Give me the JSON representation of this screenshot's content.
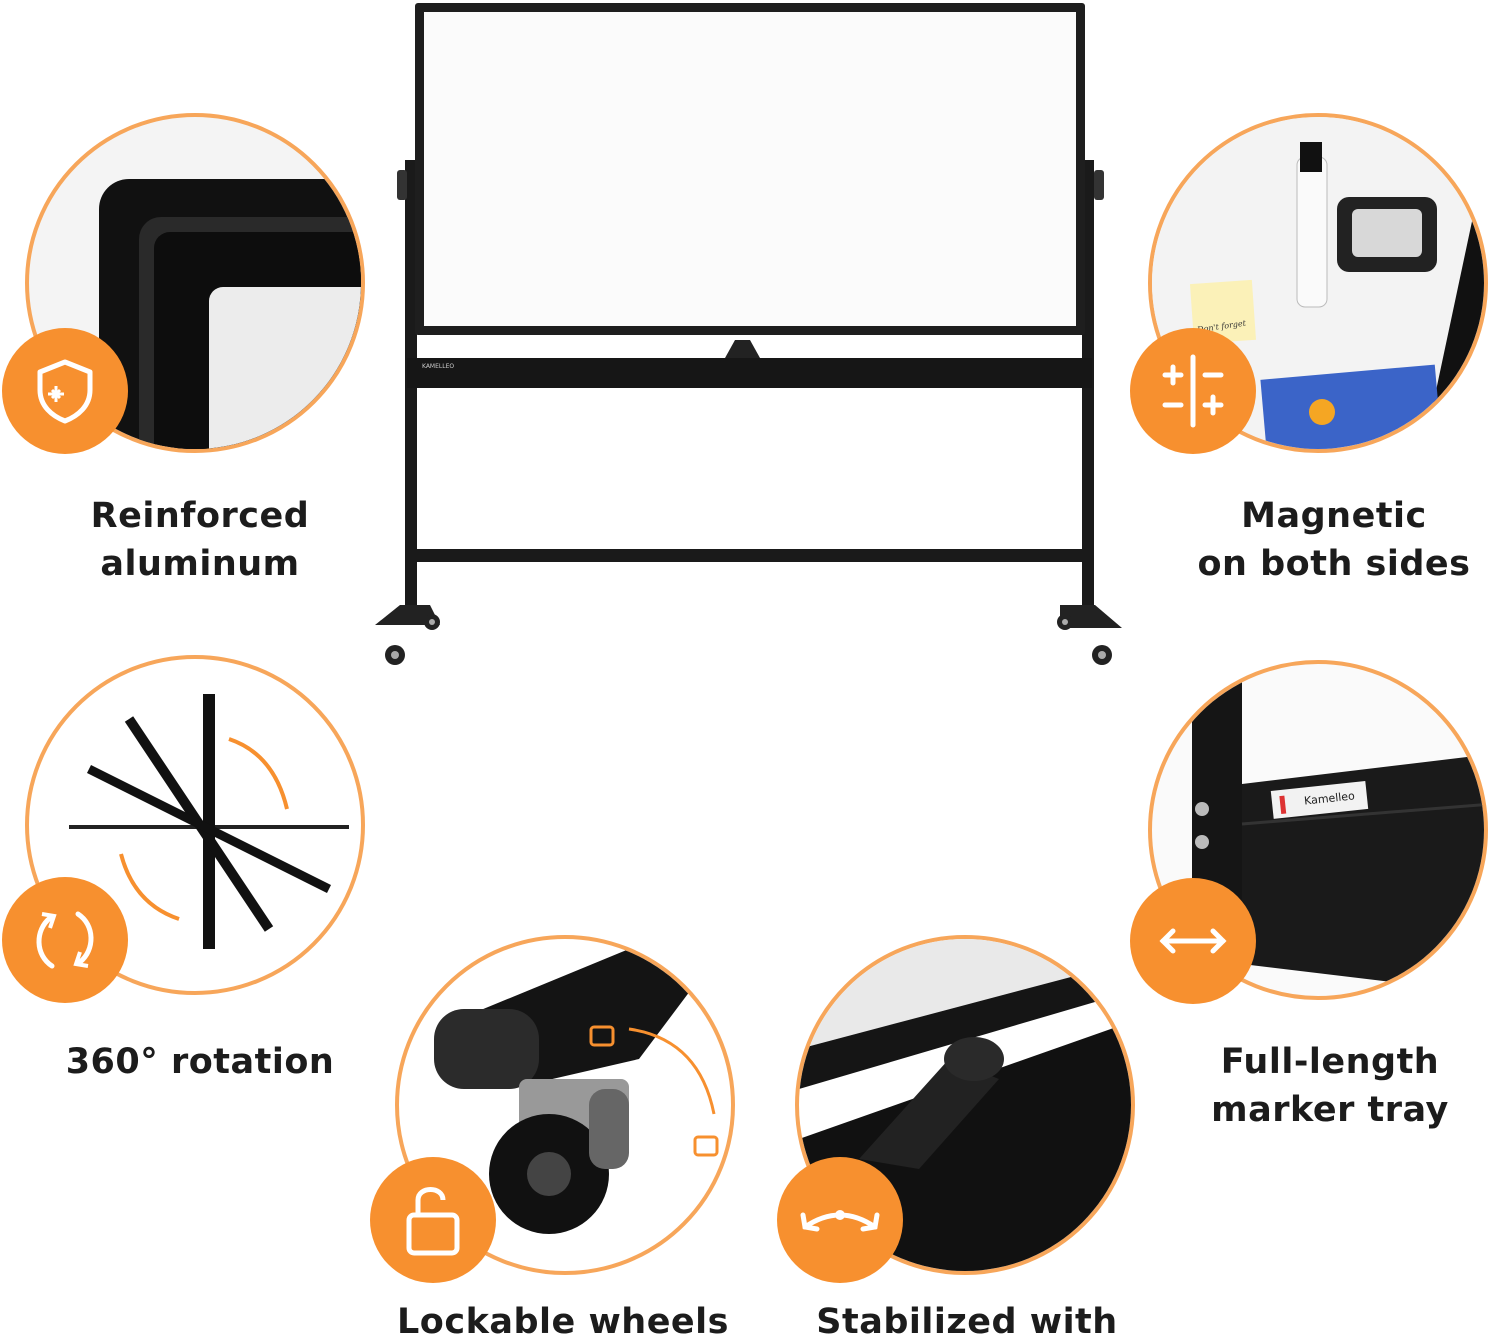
{
  "features": [
    {
      "label_line1": "Reinforced",
      "label_line2": "aluminum",
      "icon": "shield-icon"
    },
    {
      "label_line1": "Magnetic",
      "label_line2": "on both sides",
      "icon": "plus-minus-magnet-icon",
      "note_text": "Don't forget"
    },
    {
      "label_line1": "360° rotation",
      "icon": "rotate-icon"
    },
    {
      "label_line1": "Full-length",
      "label_line2": "marker tray",
      "icon": "double-arrow-icon",
      "brand_label": "Kamelleo"
    },
    {
      "label_line1": "Lockable wheels",
      "icon": "unlock-icon"
    },
    {
      "label_line1": "Stabilized with",
      "icon": "curved-arrow-icon"
    }
  ],
  "colors": {
    "accent": "#f7902f",
    "ring": "#f7a65a",
    "frame": "#1a1a1a"
  }
}
